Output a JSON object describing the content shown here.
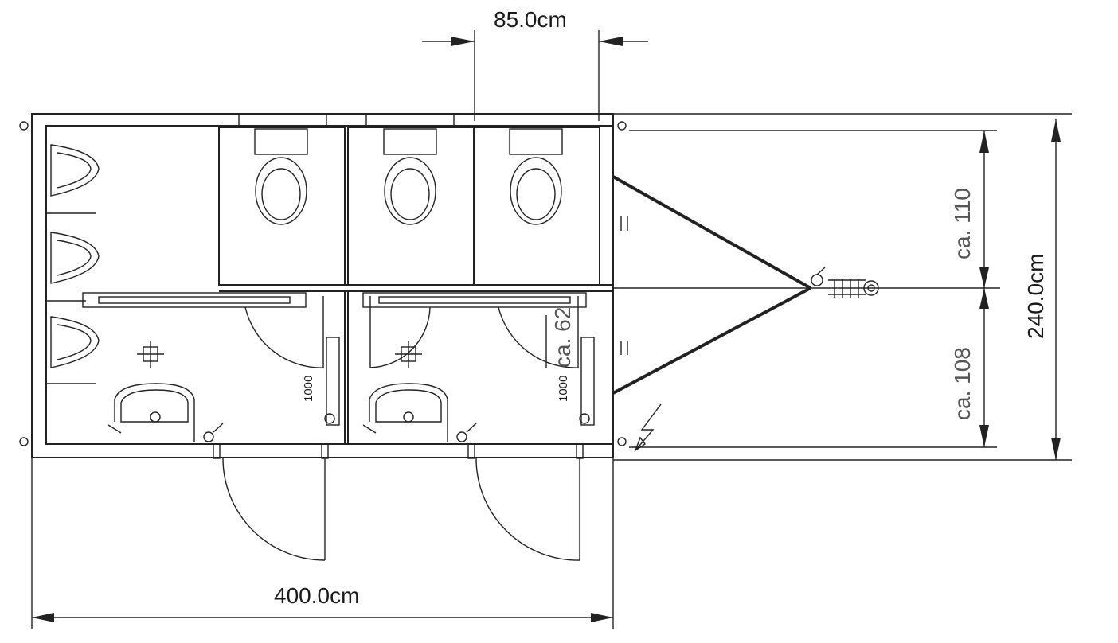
{
  "dimensions": {
    "width_total": "400.0cm",
    "depth_total": "240.0cm",
    "door_width": "85.0cm",
    "upper_part": "ca. 110",
    "lower_part": "ca. 108",
    "door_clearance": "ca. 62"
  },
  "labels": {
    "grab_bar_left": "1000",
    "grab_bar_right": "1000"
  },
  "colors": {
    "line": "#222222",
    "text": "#1a1a1a",
    "muted_text": "#555555"
  }
}
